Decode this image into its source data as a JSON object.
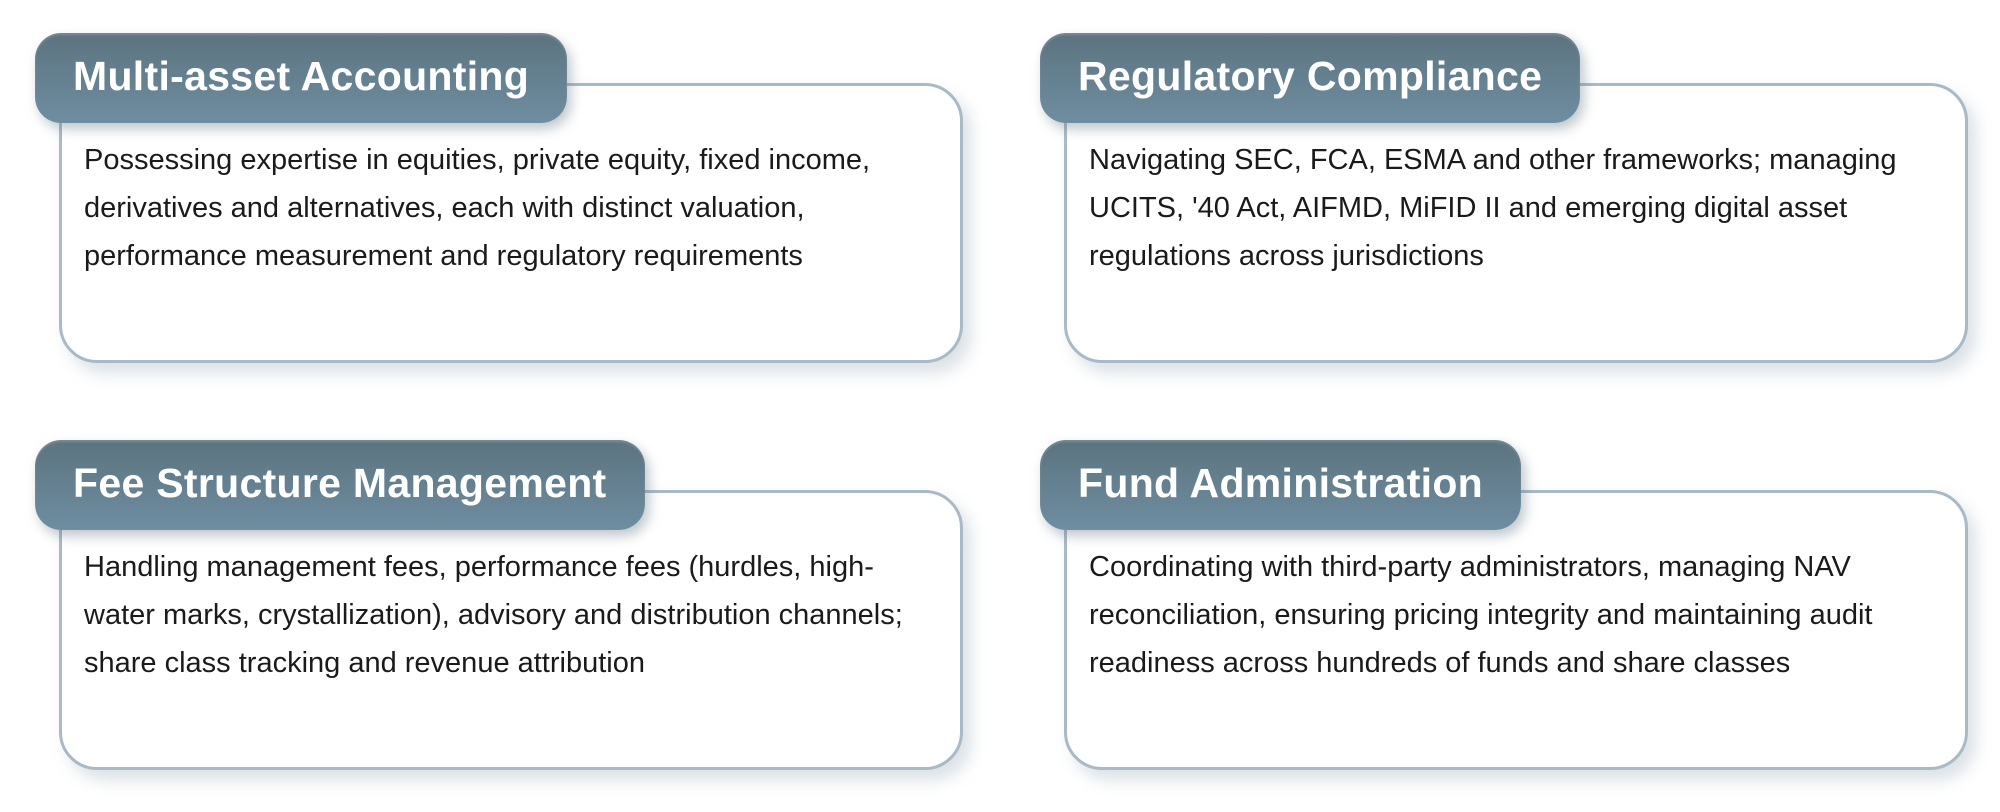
{
  "theme": {
    "badge_bg_top": "#5c737f",
    "badge_bg_bottom": "#6e8ea1",
    "badge_text_color": "#ffffff",
    "card_border_color": "#a9bac6",
    "card_bg": "#ffffff",
    "body_text_color": "#1a1a1a",
    "page_bg": "#ffffff"
  },
  "cards": [
    {
      "title": "Multi-asset Accounting",
      "body": "Possessing expertise in equities, private equity, fixed income, derivatives and alternatives, each with distinct valuation, performance measurement and regulatory requirements"
    },
    {
      "title": "Regulatory Compliance",
      "body": "Navigating SEC, FCA, ESMA and other frameworks; managing UCITS, '40 Act, AIFMD, MiFID II and emerging digital asset regulations across jurisdictions"
    },
    {
      "title": "Fee Structure Management",
      "body": "Handling management fees, performance fees (hurdles, high-water marks, crystallization), advisory and distribution channels; share class tracking and revenue attribution"
    },
    {
      "title": "Fund Administration",
      "body": "Coordinating with third-party administrators, managing NAV reconciliation, ensuring pricing integrity and maintaining audit readiness across hundreds of funds and share classes"
    }
  ]
}
